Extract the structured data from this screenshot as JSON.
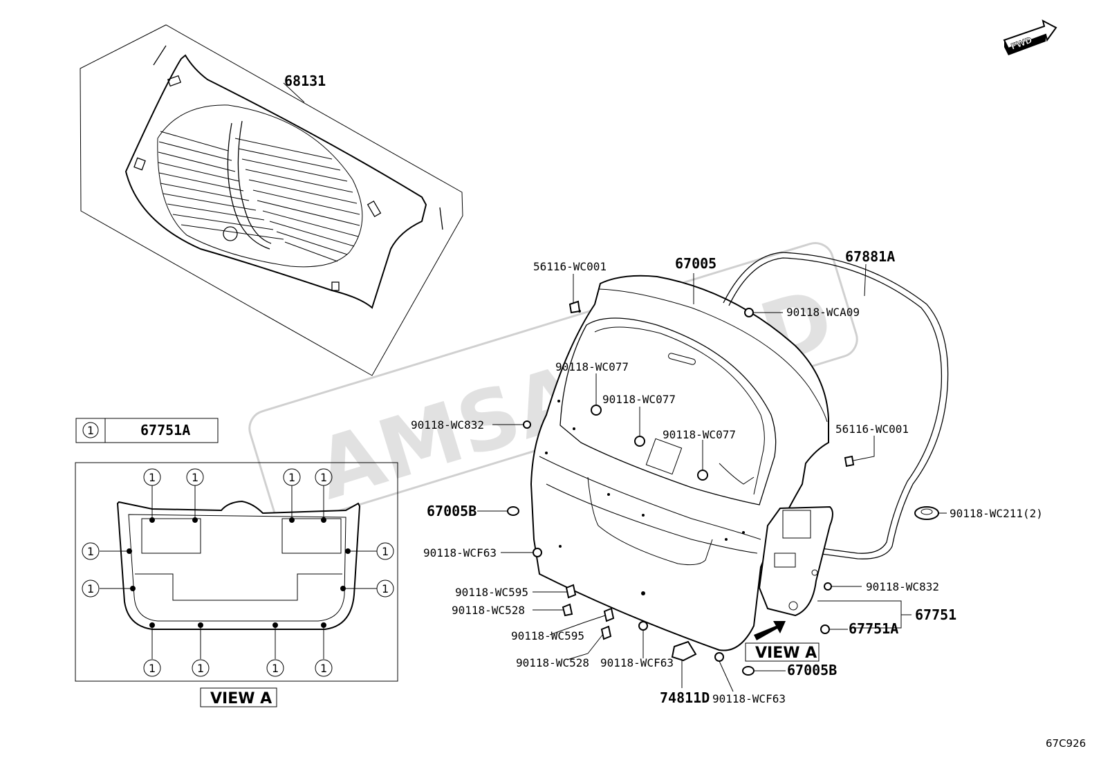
{
  "fwd_badge": "FWD",
  "watermark": "AMSALLIED",
  "diagram_code": "67C926",
  "legend": {
    "symbol": "1",
    "part": "67751A"
  },
  "view_a_caption": "VIEW A",
  "view_a_marker": "VIEW A",
  "view_a_callout_symbol": "1",
  "labels": {
    "p68131": "68131",
    "p67005": "67005",
    "p67881A": "67881A",
    "p56116_wc001_top": "56116-WC001",
    "p90118_wca09": "90118-WCA09",
    "p90118_wc077_a": "90118-WC077",
    "p90118_wc077_b": "90118-WC077",
    "p90118_wc077_c": "90118-WC077",
    "p90118_wc832_left": "90118-WC832",
    "p56116_wc001_right": "56116-WC001",
    "p67005B_left": "67005B",
    "p90118_wc211": "90118-WC211(2)",
    "p90118_wcf63_left": "90118-WCF63",
    "p90118_wc832_right": "90118-WC832",
    "p90118_wc595_a": "90118-WC595",
    "p90118_wc528_a": "90118-WC528",
    "p67751": "67751",
    "p90118_wc595_b": "90118-WC595",
    "p67751A": "67751A",
    "p90118_wc528_b": "90118-WC528",
    "p90118_wcf63_mid": "90118-WCF63",
    "p67005B_right": "67005B",
    "p74811D": "74811D",
    "p90118_wcf63_bottom": "90118-WCF63"
  }
}
